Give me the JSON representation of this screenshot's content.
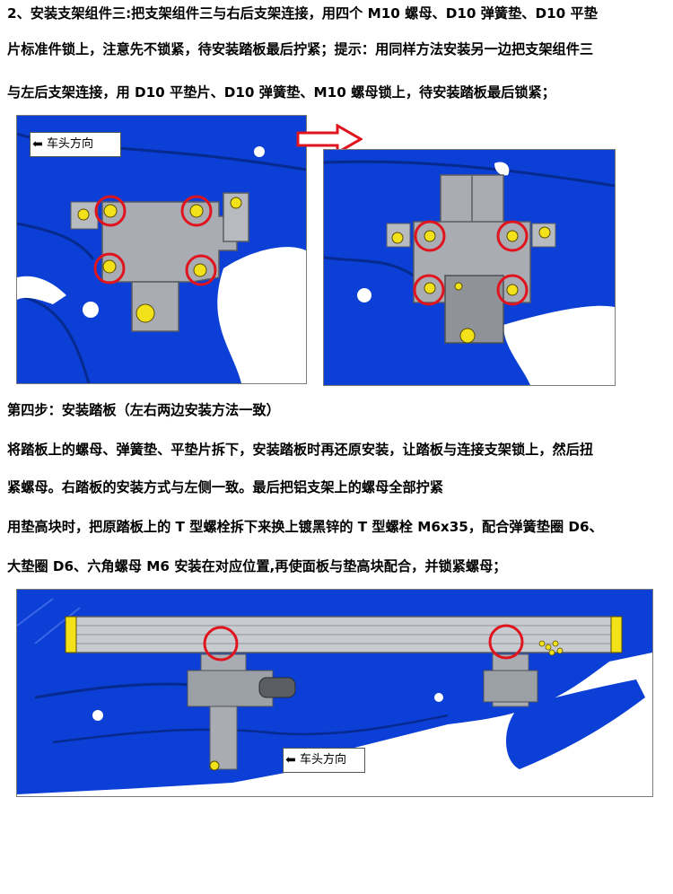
{
  "section_step3": {
    "line1": "2、安装支架组件三:把支架组件三与右后支架连接，用四个 M10 螺母、D10 弹簧垫、D10 平垫",
    "line2": "片标准件锁上，注意先不锁紧，待安装踏板最后拧紧；提示：用同样方法安装另一边把支架组件三",
    "line3": "与左后支架连接，用 D10 平垫片、D10 弹簧垫、M10 螺母锁上，待安装踏板最后锁紧；"
  },
  "figure1": {
    "direction_label": "车头方向"
  },
  "step4": {
    "heading": "第四步：安装踏板（左右两边安装方法一致）",
    "p1_line1": "将踏板上的螺母、弹簧垫、平垫片拆下，安装踏板时再还原安装，让踏板与连接支架锁上，然后扭",
    "p1_line2": "紧螺母。右踏板的安装方式与左侧一致。最后把铝支架上的螺母全部拧紧",
    "p2_line1": "用垫高块时，把原踏板上的 T 型螺栓拆下来换上镀黑锌的 T 型螺栓 M6x35，配合弹簧垫圈 D6、",
    "p2_line2": "大垫圈 D6、六角螺母 M6 安装在对应位置,再使面板与垫高块配合，并锁紧螺母；"
  },
  "figure2": {
    "direction_label": "车头方向"
  },
  "colors": {
    "chassis_blue": "#0b3fd6",
    "highlight_red": "#e0141e",
    "bracket_gray": "#a9adb3",
    "bolt_yellow": "#f3e21a"
  }
}
